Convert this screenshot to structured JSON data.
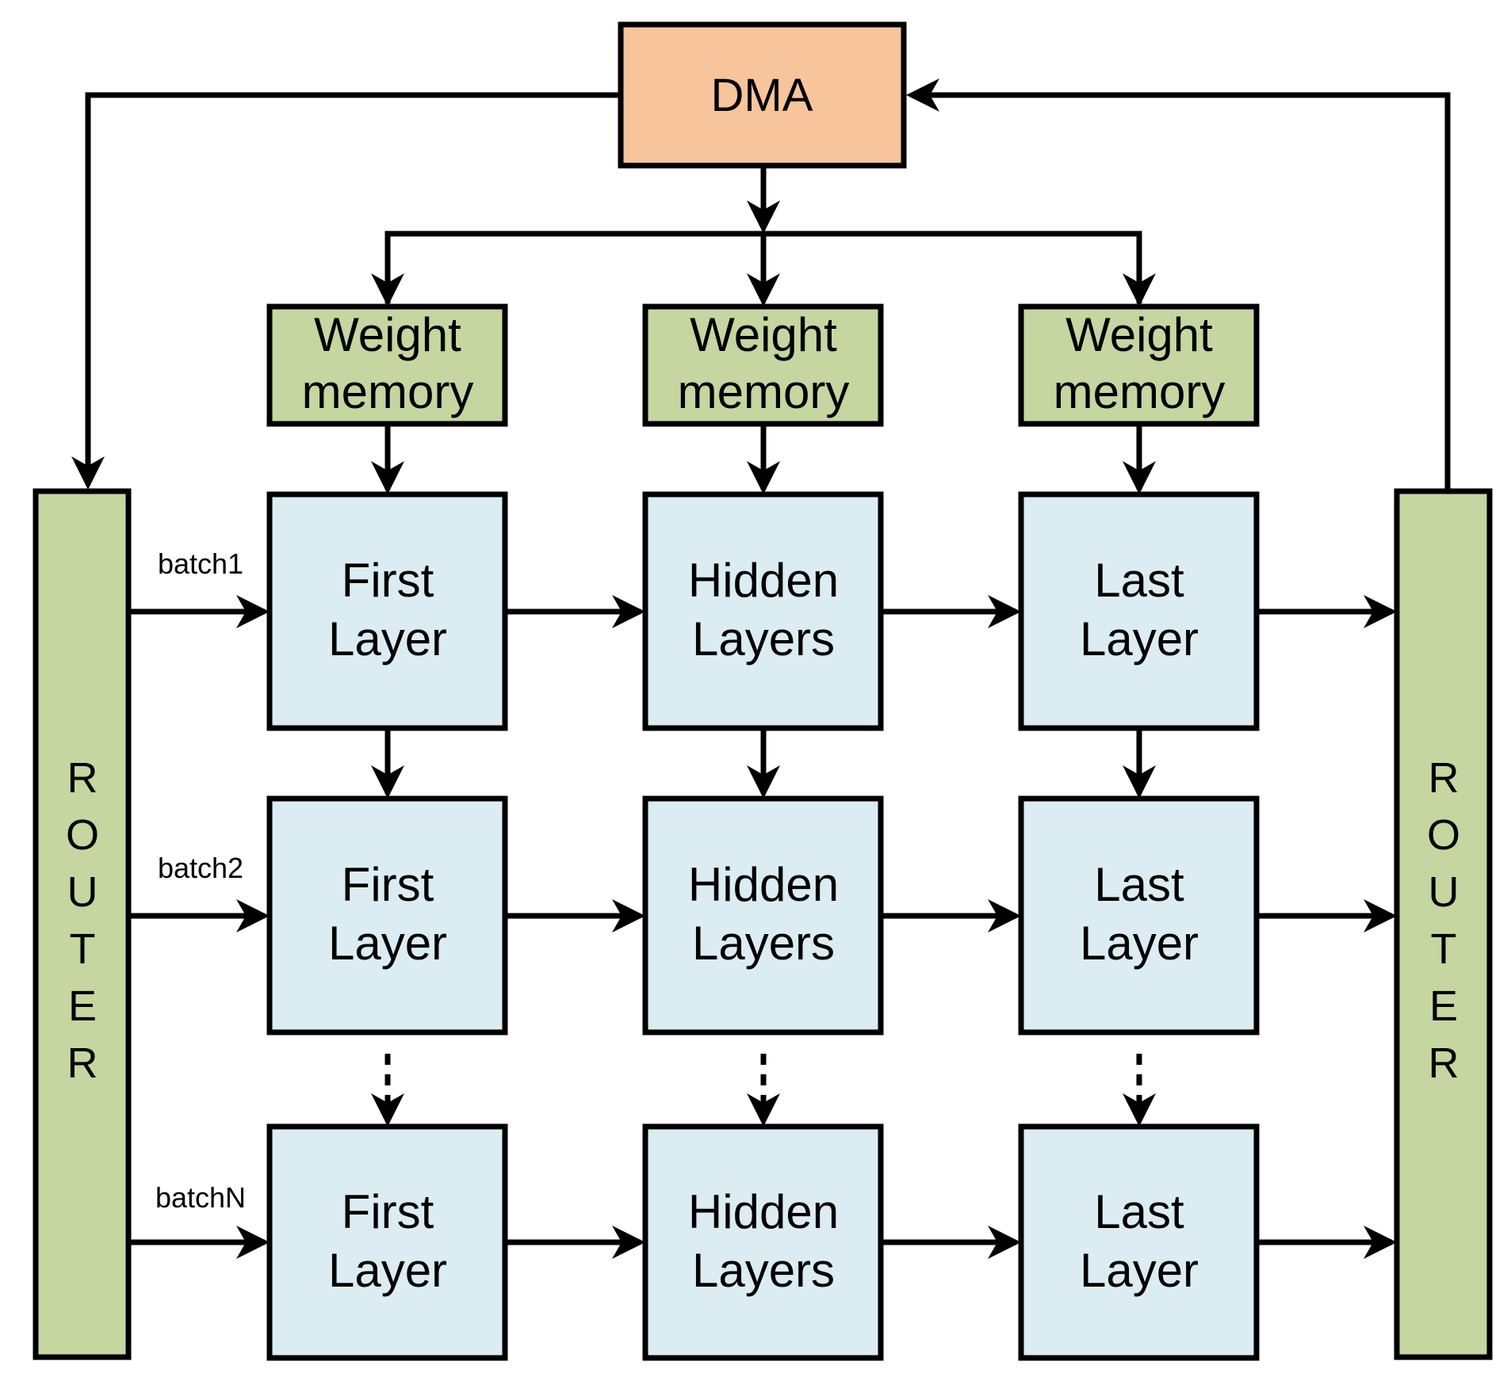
{
  "dma": {
    "label": "DMA"
  },
  "routers": {
    "left": {
      "letters": [
        "R",
        "O",
        "U",
        "T",
        "E",
        "R"
      ]
    },
    "right": {
      "letters": [
        "R",
        "O",
        "U",
        "T",
        "E",
        "R"
      ]
    }
  },
  "weight_memories": [
    {
      "line1": "Weight",
      "line2": "memory"
    },
    {
      "line1": "Weight",
      "line2": "memory"
    },
    {
      "line1": "Weight",
      "line2": "memory"
    }
  ],
  "batches": [
    {
      "label": "batch1"
    },
    {
      "label": "batch2"
    },
    {
      "label": "batchN"
    }
  ],
  "layers": {
    "first": {
      "line1": "First",
      "line2": "Layer"
    },
    "hidden": {
      "line1": "Hidden",
      "line2": "Layers"
    },
    "last": {
      "line1": "Last",
      "line2": "Layer"
    }
  }
}
